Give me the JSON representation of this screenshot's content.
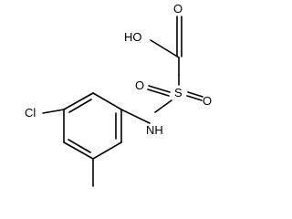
{
  "structure": {
    "atom_labels": {
      "hydroxyl": "HO",
      "carbonyl_oxygen": "O",
      "sulfur": "S",
      "sulfonyl_oxygen_left": "O",
      "sulfonyl_oxygen_right": "O",
      "amine": "NH",
      "chlorine": "Cl"
    },
    "colors": {
      "bond": "#000000",
      "label": "#000000",
      "background": "#ffffff"
    }
  }
}
